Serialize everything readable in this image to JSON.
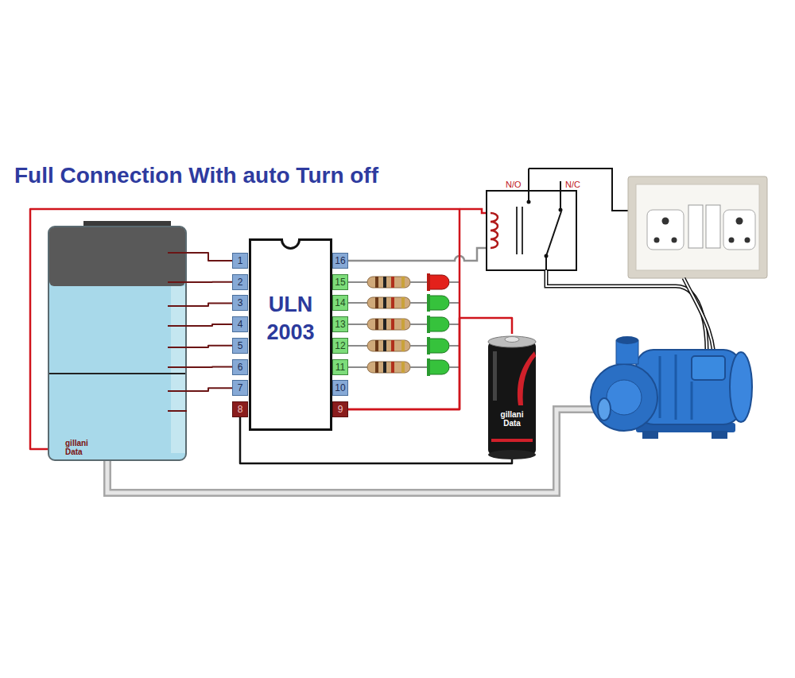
{
  "diagram": {
    "title": "Full Connection With auto Turn off",
    "nodes": [
      {
        "text": [
          "gillani Data"
        ]
      },
      {
        "text": [
          "ULN 2003"
        ]
      },
      {
        "text": [
          "1"
        ]
      },
      {
        "text": [
          "2"
        ]
      },
      {
        "text": [
          "3"
        ]
      },
      {
        "text": [
          "4"
        ]
      },
      {
        "text": [
          "5"
        ]
      },
      {
        "text": [
          "6"
        ]
      },
      {
        "text": [
          "7"
        ]
      },
      {
        "text": [
          "8"
        ]
      },
      {
        "text": [
          "9"
        ]
      },
      {
        "text": [
          "10"
        ]
      },
      {
        "text": [
          "11"
        ]
      },
      {
        "text": [
          "12"
        ]
      },
      {
        "text": [
          "13"
        ]
      },
      {
        "text": [
          "14"
        ]
      },
      {
        "text": [
          "15"
        ]
      },
      {
        "text": [
          "16"
        ]
      },
      {
        "text": [
          "gillani Data"
        ]
      }
    ],
    "edges": [
      {
        "from": 0,
        "to": 2,
        "arrow": "none"
      },
      {
        "from": 0,
        "to": 3,
        "arrow": "none"
      },
      {
        "from": 0,
        "to": 4,
        "arrow": "none"
      },
      {
        "from": 0,
        "to": 5,
        "arrow": "none"
      },
      {
        "from": 0,
        "to": 6,
        "arrow": "none"
      },
      {
        "from": 0,
        "to": 7,
        "arrow": "none"
      },
      {
        "from": 0,
        "to": 8,
        "arrow": "none"
      },
      {
        "from": 9,
        "to": 18,
        "arrow": "none"
      },
      {
        "from": 0,
        "to": 10,
        "arrow": "none"
      },
      {
        "from": 18,
        "to": 10,
        "arrow": "none"
      }
    ],
    "labels": [
      "N/O",
      "N/C"
    ]
  }
}
